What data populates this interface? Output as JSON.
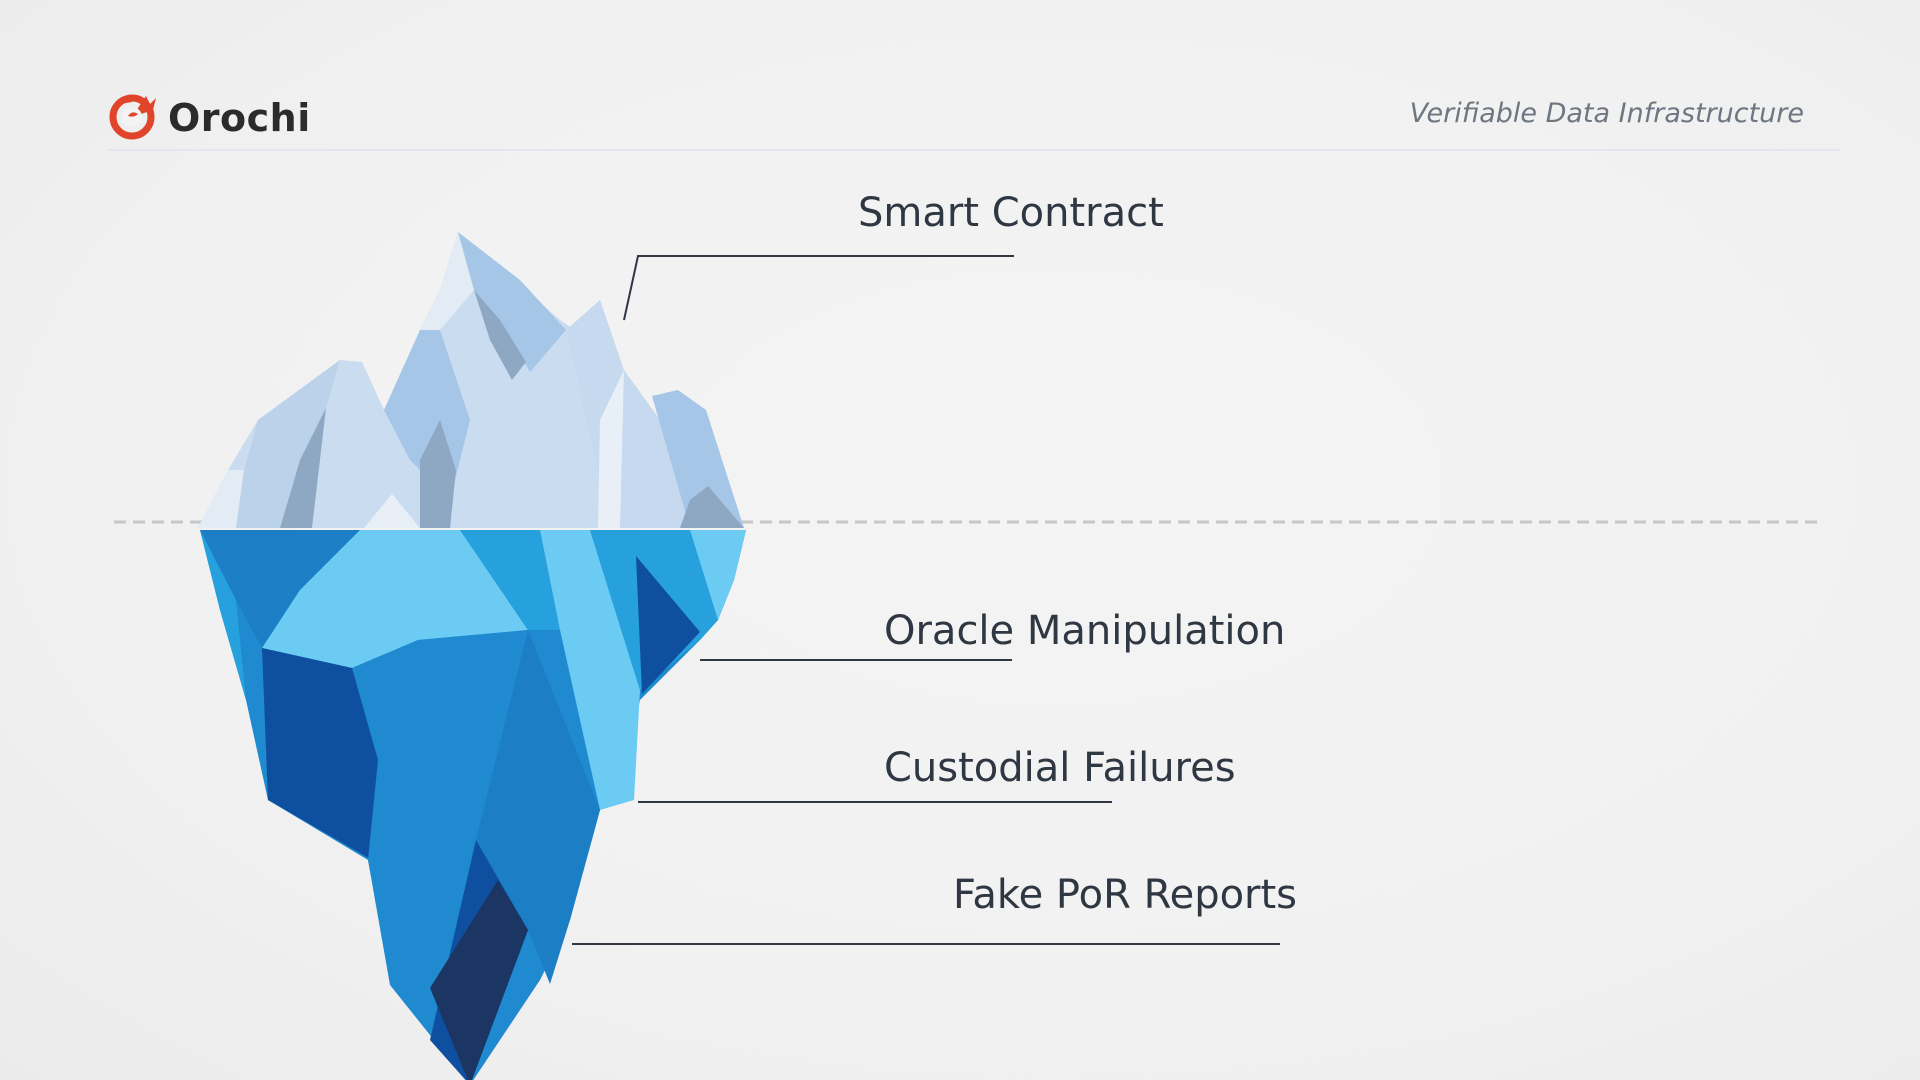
{
  "brand": {
    "name": "Orochi",
    "logo_icon": "dragon-ring-icon",
    "logo_color": "#e0452b"
  },
  "tagline": "Verifiable Data Infrastructure",
  "diagram": {
    "type": "iceberg",
    "labels": [
      "Smart Contract",
      "Oracle Manipulation",
      "Custodial Failures",
      "Fake PoR Reports"
    ],
    "colors": {
      "above_water": "#c5d9ef",
      "below_water": "#1f8ad0",
      "deep": "#1c3664",
      "waterline": "#c7c7c7",
      "leader_line": "#2f3742"
    }
  }
}
